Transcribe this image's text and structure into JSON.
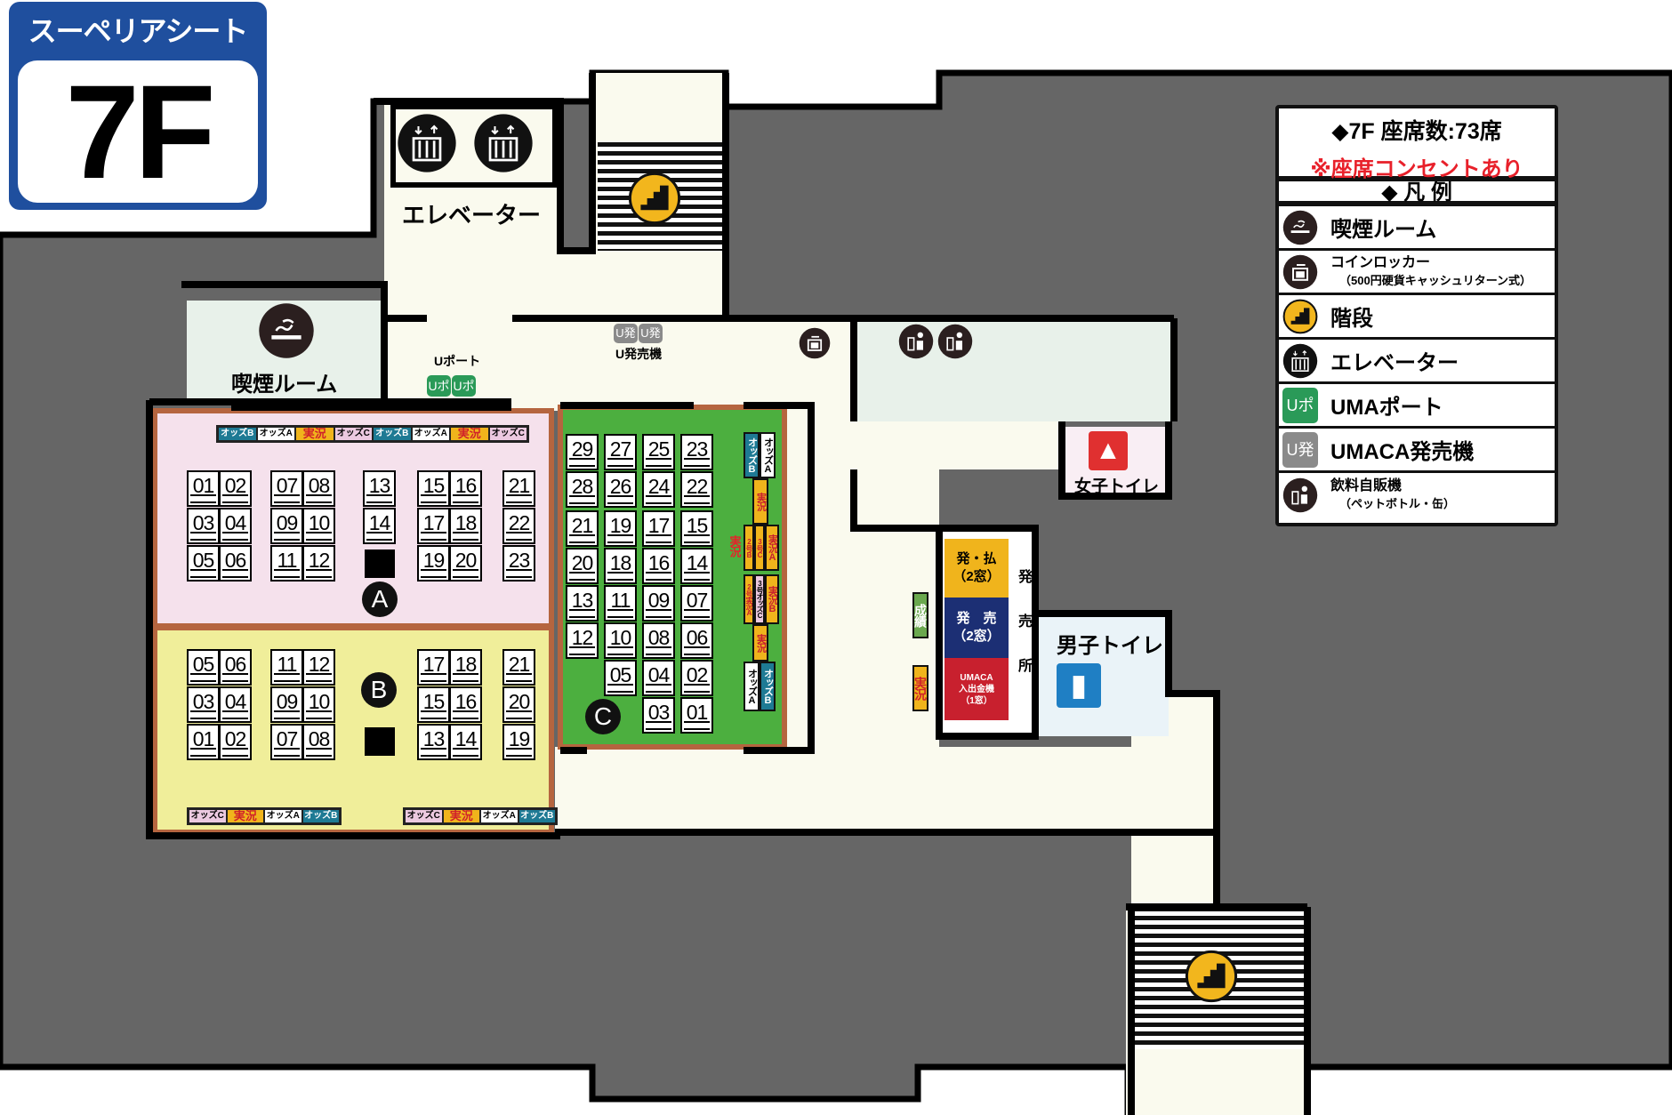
{
  "logo": {
    "title": "スーペリアシート",
    "floor": "7F"
  },
  "legend": {
    "header": "◆7F 座席数:73席",
    "note": "※座席コンセントあり",
    "title": "◆ 凡 例",
    "items": [
      {
        "icon": "smoking-icon",
        "label": "喫煙ルーム"
      },
      {
        "icon": "coin-locker-icon",
        "label": "コインロッカー",
        "sub": "（500円硬貨キャッシュリターン式）"
      },
      {
        "icon": "stairs-icon",
        "label": "階段"
      },
      {
        "icon": "elevator-icon",
        "label": "エレベーター"
      },
      {
        "icon": "umaport-icon",
        "chip": "Uポ",
        "label": "UMAポート"
      },
      {
        "icon": "umaca-machine-icon",
        "chip": "U発",
        "label": "UMACA発売機"
      },
      {
        "icon": "vending-machine-icon",
        "label": "飲料自販機",
        "sub": "（ペットボトル・缶）"
      }
    ]
  },
  "labels": {
    "elevator": "エレベーター",
    "smoking_room": "喫煙ルーム",
    "uport": "Uポート",
    "uport_chip": "Uポ",
    "umaca_machine": "U発売機",
    "umaca_chip": "U発",
    "women_toilet": "女子トイレ",
    "men_toilet": "男子トイレ",
    "results": "成績",
    "live": "実況",
    "ticket_office": "発売所"
  },
  "ticket_windows": [
    {
      "label": "発・払",
      "count": "（2窓）",
      "color": "#f0b41c"
    },
    {
      "label": "発　売",
      "count": "（2窓）",
      "color": "#1c2f74"
    },
    {
      "label": "UMACA\n入出金機",
      "count": "（1窓）",
      "color": "#c8202e"
    }
  ],
  "zones": {
    "A": {
      "marker": "A",
      "color": "#f5e1ec",
      "seats": [
        "01",
        "02",
        "03",
        "04",
        "05",
        "06",
        "07",
        "08",
        "09",
        "10",
        "11",
        "12",
        "13",
        "14",
        "15",
        "16",
        "17",
        "18",
        "19",
        "20",
        "21",
        "22",
        "23"
      ]
    },
    "B": {
      "marker": "B",
      "color": "#f0ee9a",
      "seats": [
        "05",
        "06",
        "03",
        "04",
        "01",
        "02",
        "11",
        "12",
        "09",
        "10",
        "07",
        "08",
        "17",
        "18",
        "15",
        "16",
        "13",
        "14",
        "21",
        "20",
        "19"
      ]
    },
    "C": {
      "marker": "C",
      "color": "#4caf3f",
      "seats": [
        "29",
        "27",
        "25",
        "23",
        "28",
        "26",
        "24",
        "22",
        "21",
        "19",
        "17",
        "15",
        "20",
        "18",
        "16",
        "14",
        "13",
        "11",
        "09",
        "07",
        "12",
        "10",
        "08",
        "06",
        "05",
        "04",
        "02",
        "03",
        "01"
      ]
    }
  },
  "monitor_strips": {
    "A_top": [
      {
        "label": "オッズB",
        "type": "b"
      },
      {
        "label": "オッズA",
        "type": "a"
      },
      {
        "label": "実況",
        "type": "j"
      },
      {
        "label": "オッズC",
        "type": "c"
      },
      {
        "label": "オッズB",
        "type": "b"
      },
      {
        "label": "オッズA",
        "type": "a"
      },
      {
        "label": "実況",
        "type": "j"
      },
      {
        "label": "オッズC",
        "type": "c"
      }
    ],
    "B_bottom_left": [
      {
        "label": "オッズC",
        "type": "c"
      },
      {
        "label": "実況",
        "type": "j"
      },
      {
        "label": "オッズA",
        "type": "a"
      },
      {
        "label": "オッズB",
        "type": "b"
      }
    ],
    "B_bottom_right": [
      {
        "label": "オッズC",
        "type": "c"
      },
      {
        "label": "実況",
        "type": "j"
      },
      {
        "label": "オッズA",
        "type": "a"
      },
      {
        "label": "オッズB",
        "type": "b"
      }
    ],
    "C_side": [
      {
        "label": "オッズB",
        "type": "b"
      },
      {
        "label": "オッズA",
        "type": "a"
      },
      {
        "label": "実況",
        "type": "j"
      },
      {
        "label": "2号B",
        "type": "j"
      },
      {
        "label": "3号C",
        "type": "j"
      },
      {
        "label": "実況A",
        "type": "j"
      },
      {
        "label": "2号実況A",
        "type": "j"
      },
      {
        "label": "3号オッズC",
        "type": "c"
      },
      {
        "label": "実況B",
        "type": "j"
      },
      {
        "label": "実況",
        "type": "j"
      },
      {
        "label": "オッズA",
        "type": "a"
      },
      {
        "label": "オッズB",
        "type": "b"
      }
    ]
  }
}
